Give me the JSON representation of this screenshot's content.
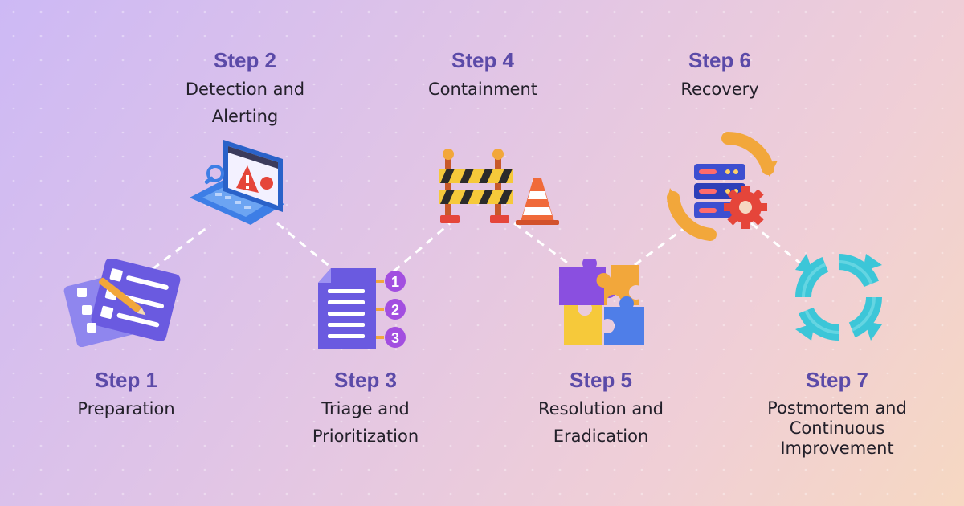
{
  "steps": [
    {
      "title": "Step 1",
      "desc": [
        "Preparation"
      ],
      "icon": "checklist-icon"
    },
    {
      "title": "Step 2",
      "desc": [
        "Detection and",
        "Alerting"
      ],
      "icon": "laptop-alert-icon"
    },
    {
      "title": "Step 3",
      "desc": [
        "Triage and",
        "Prioritization"
      ],
      "icon": "numbered-list-icon"
    },
    {
      "title": "Step 4",
      "desc": [
        "Containment"
      ],
      "icon": "barrier-icon"
    },
    {
      "title": "Step 5",
      "desc": [
        "Resolution and",
        "Eradication"
      ],
      "icon": "puzzle-icon"
    },
    {
      "title": "Step 6",
      "desc": [
        "Recovery"
      ],
      "icon": "server-recovery-icon"
    },
    {
      "title": "Step 7",
      "desc": [
        "Postmortem and",
        "Continuous",
        "Improvement"
      ],
      "icon": "cycle-arrows-icon"
    }
  ],
  "icon_labels": {
    "list_numbers": [
      "1",
      "2",
      "3"
    ]
  },
  "colors": {
    "title": "#5b4aa8",
    "text": "#23202a",
    "connector": "#ffffff",
    "icon_purple": "#6a5ae0",
    "icon_blue": "#3d7ee6",
    "icon_teal": "#3cc6d8",
    "icon_orange": "#f2a73b",
    "icon_red": "#e5453a",
    "icon_yellow": "#f6c93a"
  }
}
